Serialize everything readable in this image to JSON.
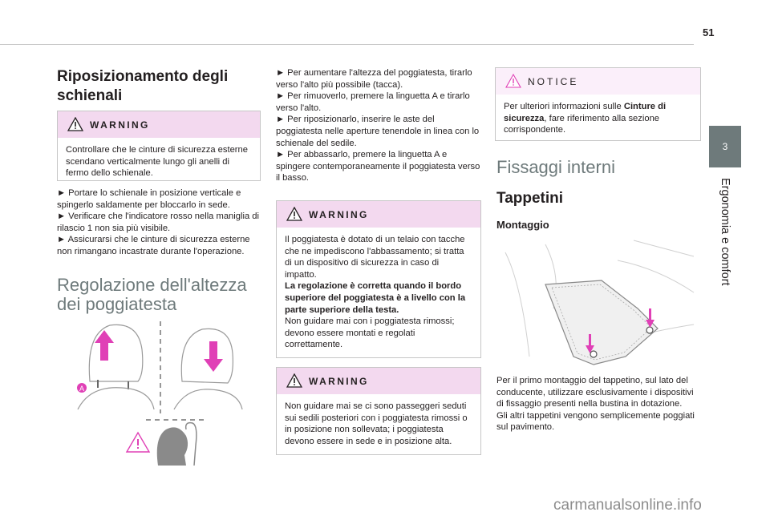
{
  "page": {
    "number": "51",
    "side_tab": {
      "number": "3",
      "label": "Ergonomia e comfort"
    }
  },
  "col1": {
    "title": "Riposizionamento degli schienali",
    "warning": {
      "label": "WARNING",
      "text": "Controllare che le cinture di sicurezza esterne scendano verticalmente lungo gli anelli di fermo dello schienale."
    },
    "steps": [
      "► Portare lo schienale in posizione verticale e spingerlo saldamente per bloccarlo in sede.",
      "► Verificare che l'indicatore rosso nella maniglia di rilascio 1 non sia più visibile.",
      "► Assicurarsi che le cinture di sicurezza esterne non rimangano incastrate durante l'operazione."
    ],
    "section_title": "Regolazione dell'altezza dei poggiatesta",
    "figure_label": "A"
  },
  "col2": {
    "steps": [
      "► Per aumentare l'altezza del poggiatesta, tirarlo verso l'alto più possibile (tacca).",
      "► Per rimuoverlo, premere la linguetta A e tirarlo verso l'alto.",
      "► Per riposizionarlo, inserire le aste del poggiatesta nelle aperture tenendole in linea con lo schienale del sedile.",
      "► Per abbassarlo, premere la linguetta A e spingere contemporaneamente il poggiatesta verso il basso."
    ],
    "warning1": {
      "label": "WARNING",
      "text": "Il poggiatesta è dotato di un telaio con tacche che ne impediscono l'abbassamento; si tratta di un dispositivo di sicurezza in caso di impatto.",
      "bold": "La regolazione è corretta quando il bordo superiore del poggiatesta è a livello con la parte superiore della testa.",
      "text2": "Non guidare mai con i poggiatesta rimossi; devono essere montati e regolati correttamente."
    },
    "warning2": {
      "label": "WARNING",
      "text": "Non guidare mai se ci sono passeggeri seduti sui sedili posteriori con i poggiatesta rimossi o in posizione non sollevata; i poggiatesta devono essere in sede e in posizione alta."
    }
  },
  "col3": {
    "notice": {
      "label": "NOTICE",
      "text_pre": "Per ulteriori informazioni sulle ",
      "text_bold": "Cinture di sicurezza",
      "text_post": ", fare riferimento alla sezione corrispondente."
    },
    "section_title": "Fissaggi interni",
    "subtitle": "Tappetini",
    "subsub": "Montaggio",
    "para1": "Per il primo montaggio del tappetino, sul lato del conducente, utilizzare esclusivamente i dispositivi di fissaggio presenti nella bustina in dotazione.",
    "para2": "Gli altri tappetini vengono semplicemente poggiati sul pavimento."
  },
  "watermark": "carmanualsonline.info",
  "colors": {
    "accent": "#e040b6",
    "warning_bg": "#f3d9ef",
    "tab": "#6e7a7b"
  }
}
